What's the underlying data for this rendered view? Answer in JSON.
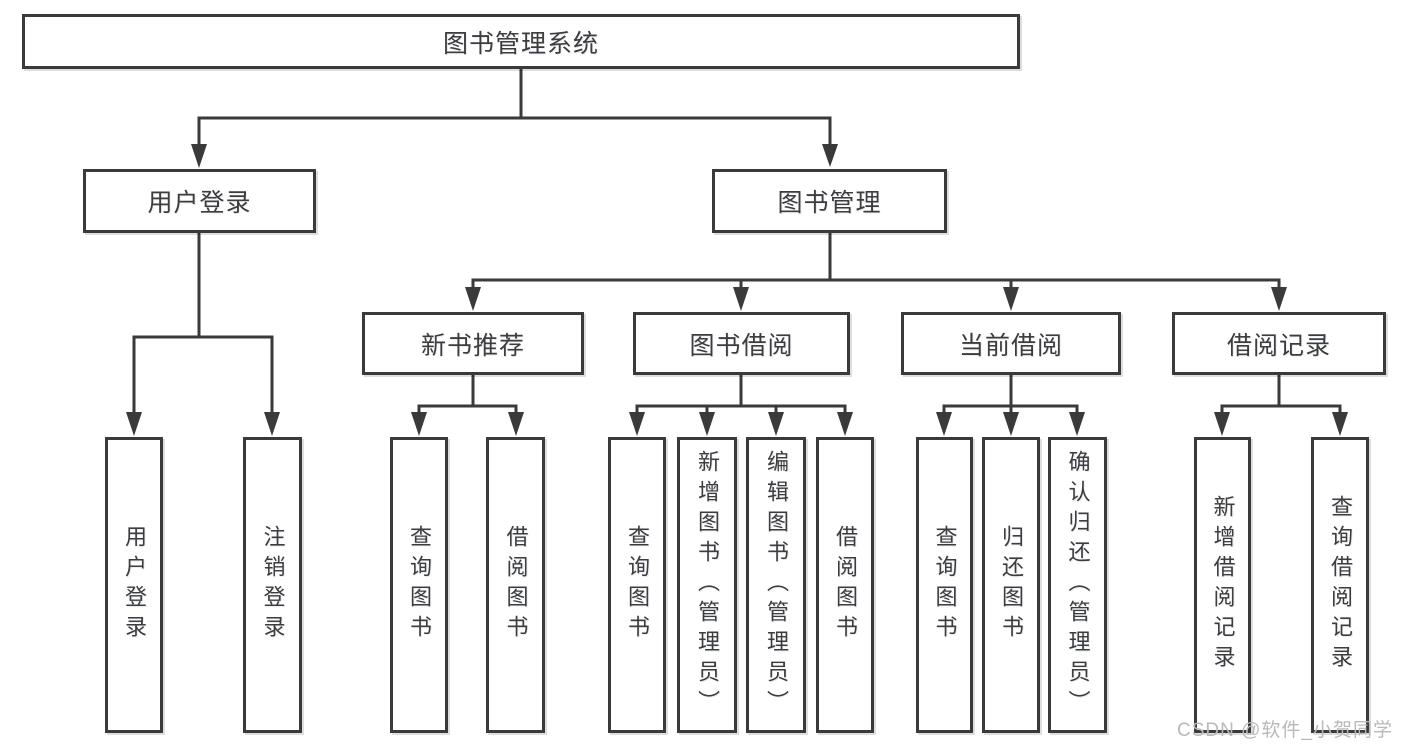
{
  "tree": {
    "label": "图书管理系统",
    "children": [
      {
        "label": "用户登录",
        "children": [
          {
            "label": "用户登录"
          },
          {
            "label": "注销登录"
          }
        ]
      },
      {
        "label": "图书管理",
        "children": [
          {
            "label": "新书推荐",
            "children": [
              {
                "label": "查询图书"
              },
              {
                "label": "借阅图书"
              }
            ]
          },
          {
            "label": "图书借阅",
            "children": [
              {
                "label": "查询图书"
              },
              {
                "label": "新增图书（管理员）"
              },
              {
                "label": "编辑图书（管理员）"
              },
              {
                "label": "借阅图书"
              }
            ]
          },
          {
            "label": "当前借阅",
            "children": [
              {
                "label": "查询图书"
              },
              {
                "label": "归还图书"
              },
              {
                "label": "确认归还（管理员）"
              }
            ]
          },
          {
            "label": "借阅记录",
            "children": [
              {
                "label": "新增借阅记录"
              },
              {
                "label": "查询借阅记录"
              }
            ]
          }
        ]
      }
    ]
  },
  "watermark": {
    "text": "CSDN @软件_小贺同学"
  },
  "colors": {
    "line": "#3a3a3a",
    "text": "#3d3d3d",
    "box_background": "#ffffff",
    "watermark": "#b9b9b9"
  }
}
